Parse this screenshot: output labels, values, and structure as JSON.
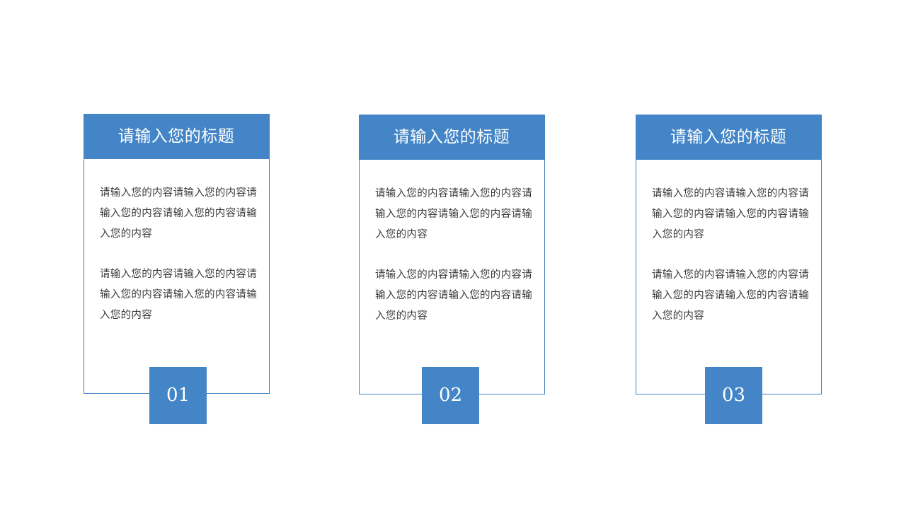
{
  "cards": [
    {
      "title": "请输入您的标题",
      "paragraphs": [
        "请输入您的内容请输入您的内容请输入您的内容请输入您的内容请输入您的内容",
        "请输入您的内容请输入您的内容请输入您的内容请输入您的内容请输入您的内容"
      ],
      "number": "01"
    },
    {
      "title": "请输入您的标题",
      "paragraphs": [
        "请输入您的内容请输入您的内容请输入您的内容请输入您的内容请输入您的内容",
        "请输入您的内容请输入您的内容请输入您的内容请输入您的内容请输入您的内容"
      ],
      "number": "02"
    },
    {
      "title": "请输入您的标题",
      "paragraphs": [
        "请输入您的内容请输入您的内容请输入您的内容请输入您的内容请输入您的内容",
        "请输入您的内容请输入您的内容请输入您的内容请输入您的内容请输入您的内容"
      ],
      "number": "03"
    }
  ],
  "colors": {
    "accent": "#4385c6",
    "border": "#3f7fbf",
    "text": "#3a3a3a",
    "background": "#ffffff"
  }
}
